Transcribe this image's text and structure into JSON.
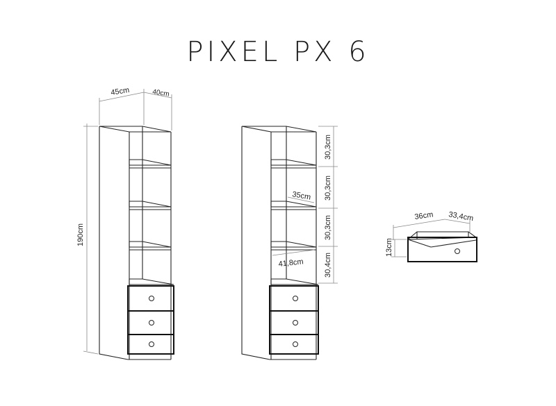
{
  "title": "PIXEL PX 6",
  "dimensions": {
    "width": "45cm",
    "depth": "40cm",
    "height": "190cm",
    "shelf_heights": [
      "30,3cm",
      "30,3cm",
      "30,3cm",
      "30,4cm"
    ],
    "shelf_depth": "35cm",
    "inner_width": "41,8cm",
    "drawer_width": "36cm",
    "drawer_depth": "33,4cm",
    "drawer_height": "13cm"
  },
  "drawers_count": 3
}
